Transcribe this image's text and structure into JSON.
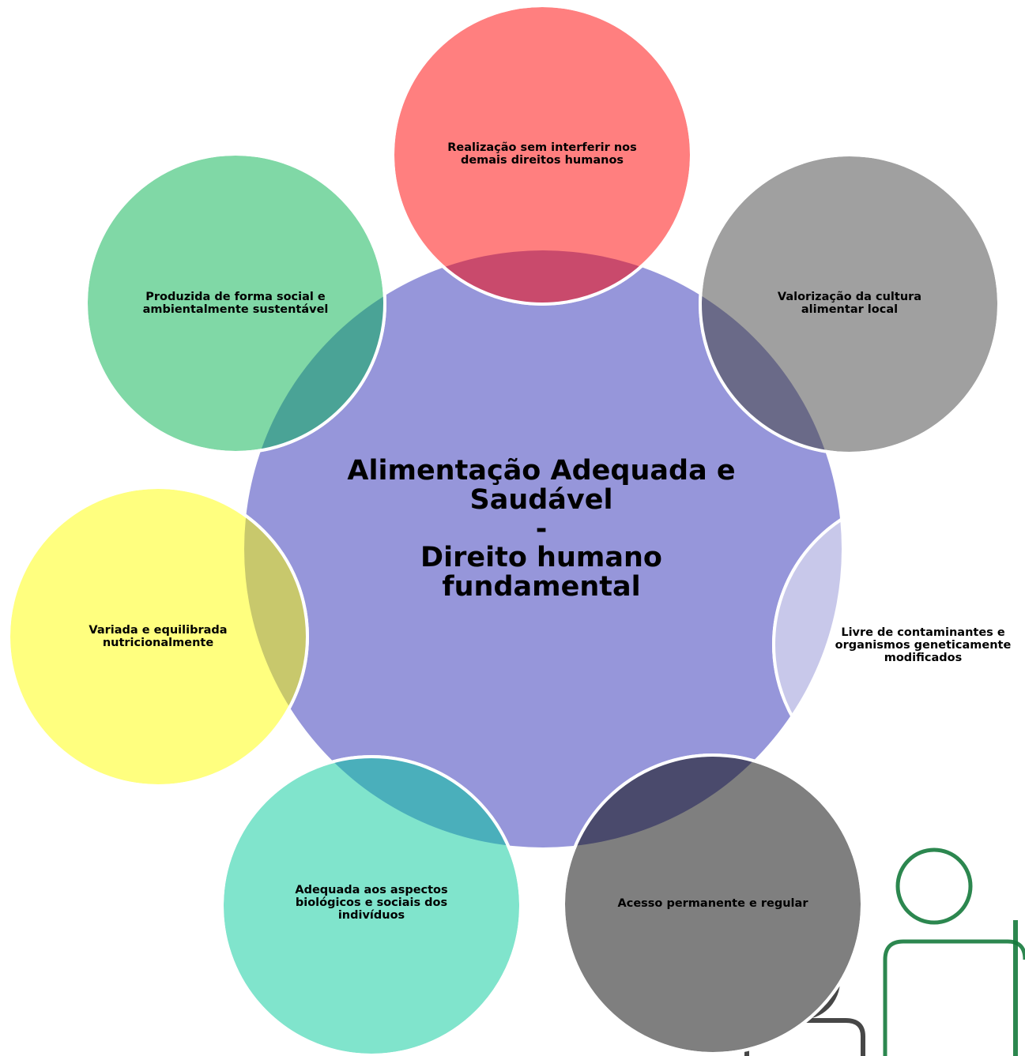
{
  "center": {
    "title_line1": "Alimentação Adequada e",
    "title_line2": "Saudável",
    "separator": "-",
    "subtitle_line1": "Direito humano",
    "subtitle_line2": "fundamental"
  },
  "petals": {
    "top": {
      "line1": "Realização sem interferir nos",
      "line2": "demais direitos humanos",
      "color": "#ff7f7f"
    },
    "upper_right": {
      "line1": "Valorização da cultura",
      "line2": "alimentar local",
      "color": "#a0a0a0"
    },
    "right": {
      "line1": "Livre de contaminantes e",
      "line2": "organismos geneticamente",
      "line3": "modificados",
      "color": "#c8c8ea"
    },
    "lower_right": {
      "line1": "Acesso permanente e regular",
      "color": "#7f7f7f"
    },
    "lower_left": {
      "line1": "Adequada aos aspectos",
      "line2": "biológicos e sociais dos",
      "line3": "indivíduos",
      "color": "#80e4cc"
    },
    "left": {
      "line1": "Variada e equilibrada",
      "line2": "nutricionalmente",
      "color": "#ffff7f"
    },
    "upper_left": {
      "line1": "Produzida de forma social e",
      "line2": "ambientalmente sustentável",
      "color": "#80d8a6"
    }
  },
  "colors": {
    "center": "#9696da",
    "outline": "#ffffff",
    "watermark": "#157a3c"
  }
}
